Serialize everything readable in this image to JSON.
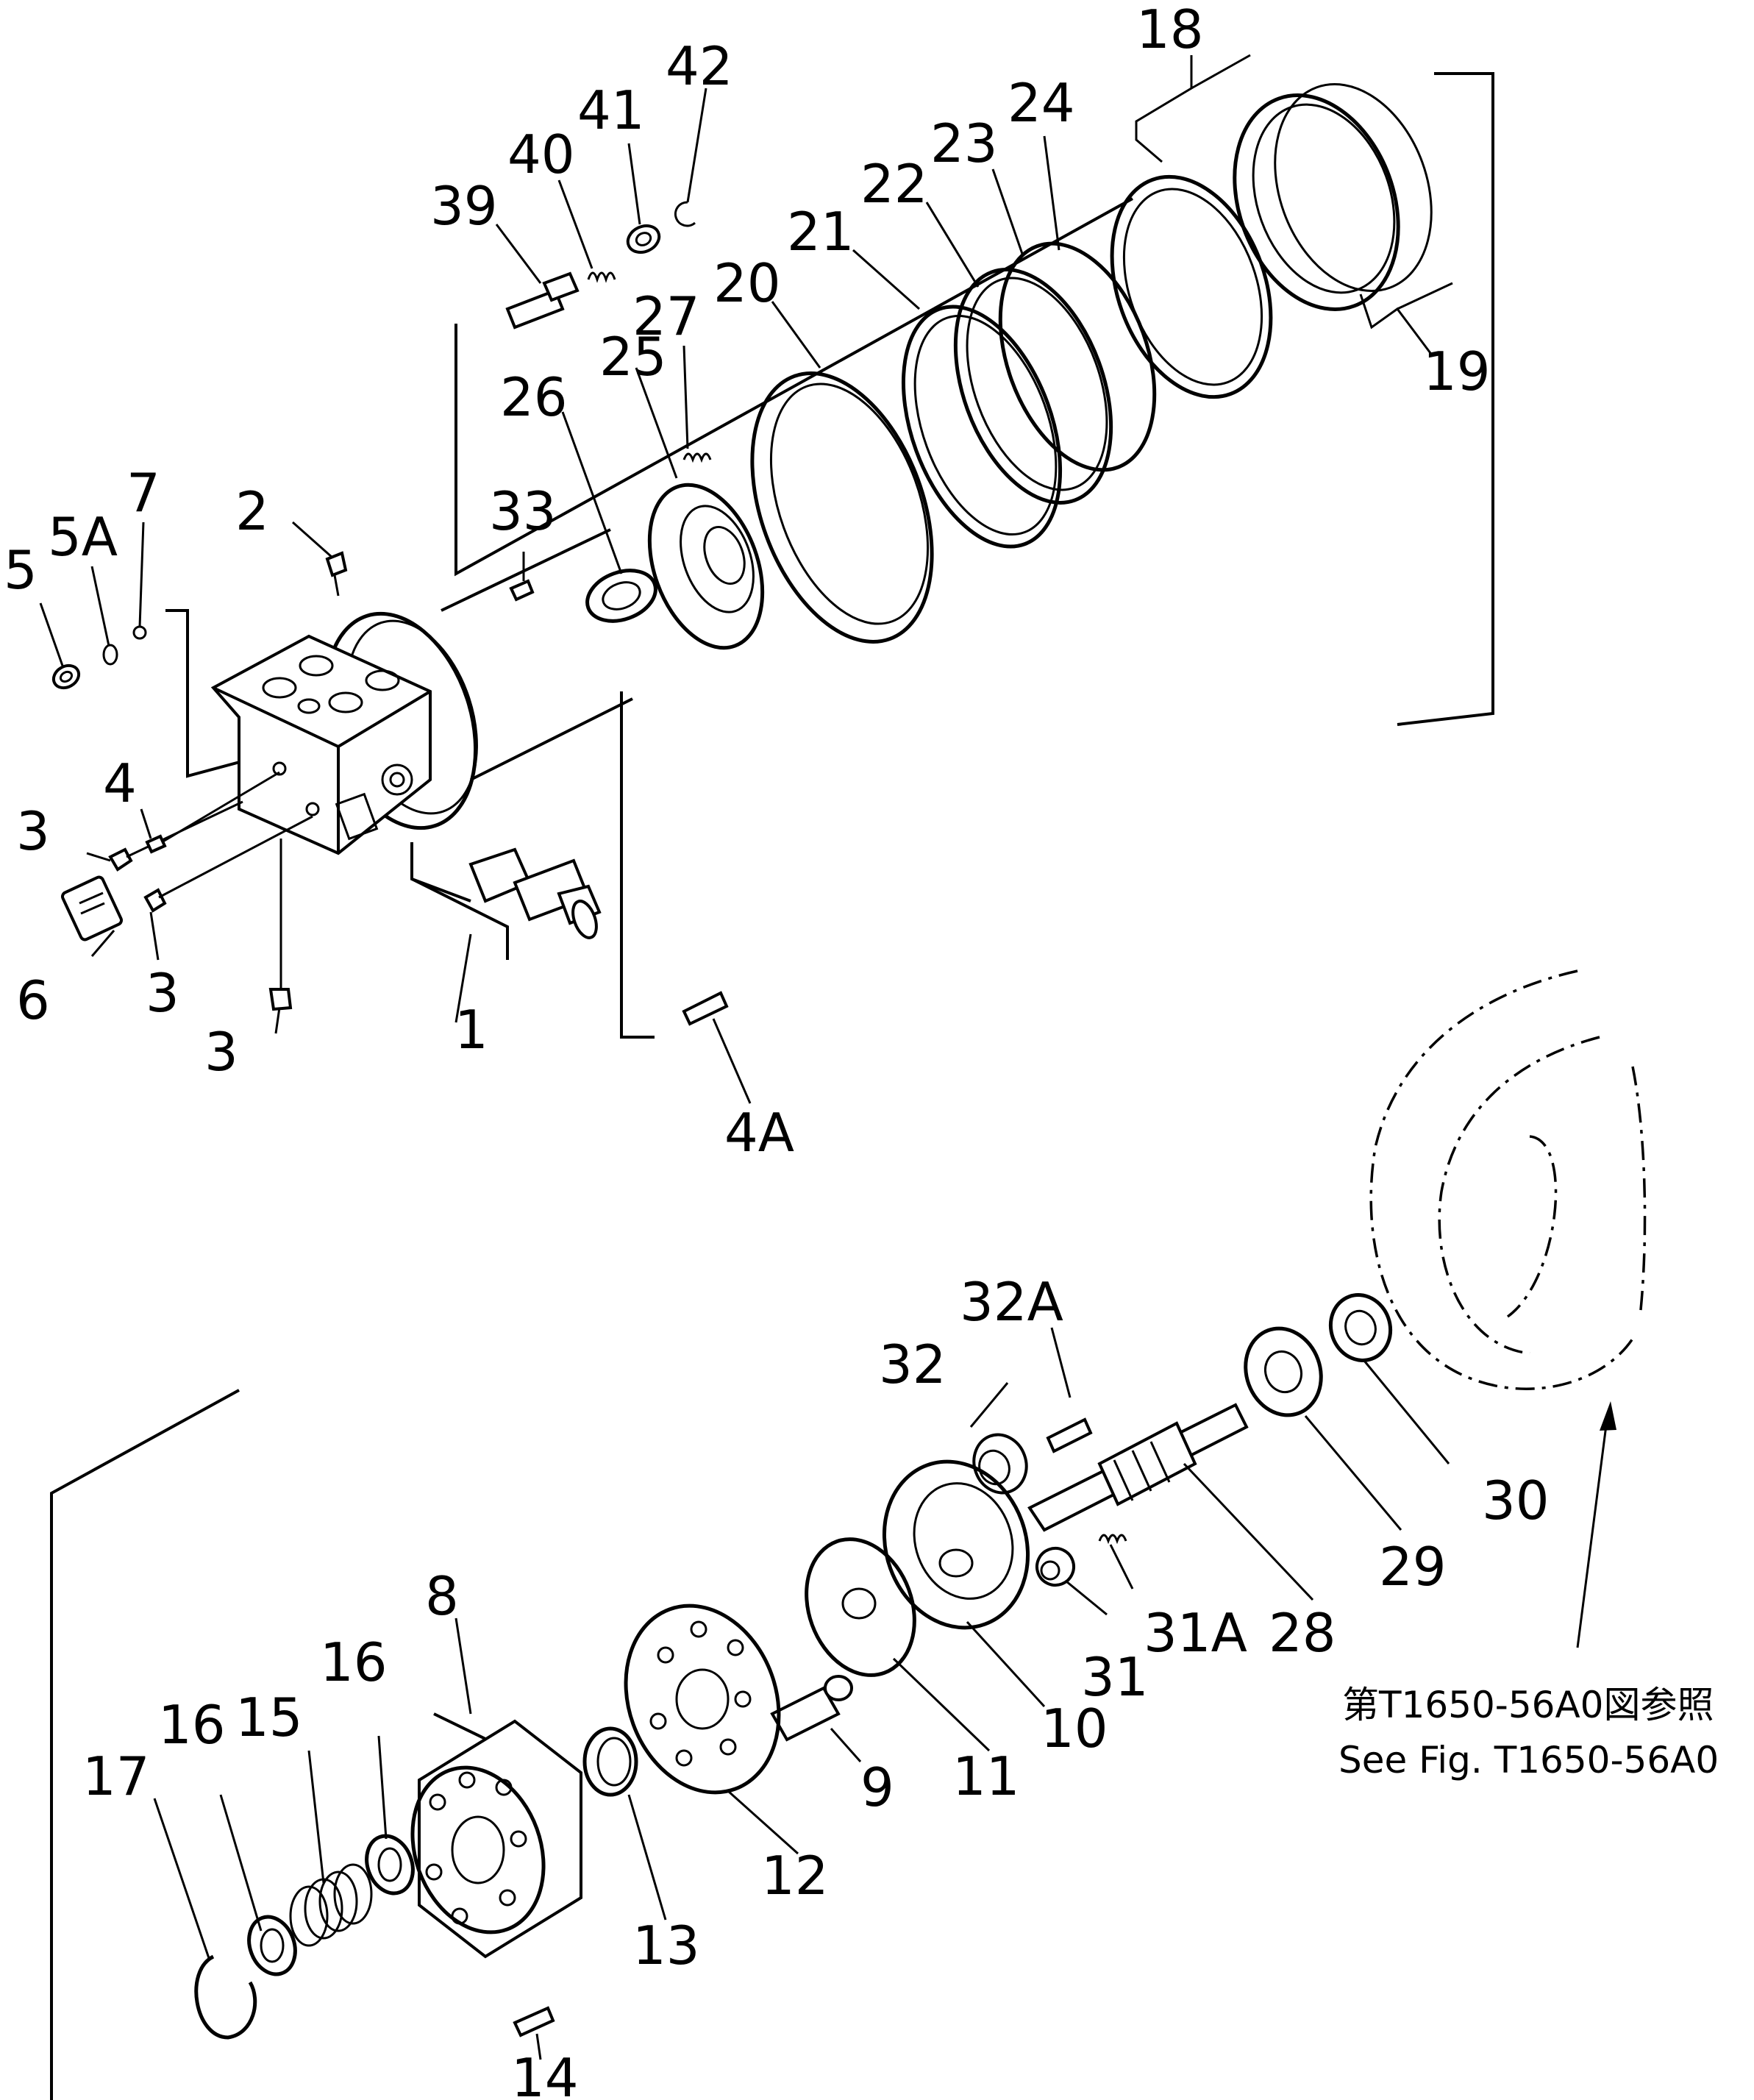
{
  "parts": {
    "p1": "1",
    "p2": "2",
    "p3a": "3",
    "p3b": "3",
    "p3c": "3",
    "p4": "4",
    "p4a": "4A",
    "p5": "5",
    "p5a": "5A",
    "p6": "6",
    "p7": "7",
    "p8": "8",
    "p9": "9",
    "p10": "10",
    "p11": "11",
    "p12": "12",
    "p13": "13",
    "p14": "14",
    "p15": "15",
    "p16a": "16",
    "p16b": "16",
    "p17": "17",
    "p18": "18",
    "p19": "19",
    "p20": "20",
    "p21": "21",
    "p22": "22",
    "p23": "23",
    "p24": "24",
    "p25": "25",
    "p26": "26",
    "p27": "27",
    "p28": "28",
    "p29": "29",
    "p30": "30",
    "p31": "31",
    "p31a": "31A",
    "p32": "32",
    "p32a": "32A",
    "p33": "33",
    "p39": "39",
    "p40": "40",
    "p41": "41",
    "p42": "42"
  },
  "reference": {
    "japanese": "第T1650-56A0図参照",
    "english": "See Fig. T1650-56A0"
  }
}
